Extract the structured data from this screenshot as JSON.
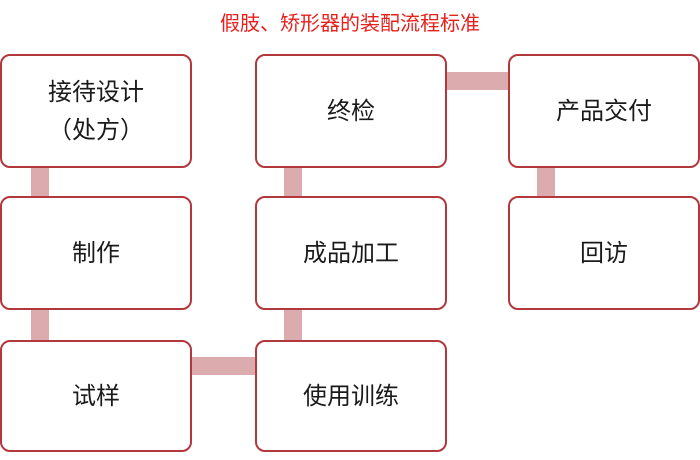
{
  "title": "假肢、矫形器的装配流程标准",
  "colors": {
    "title": "#e8201c",
    "box_border": "#b2383c",
    "connector": "#dcabad",
    "text": "#1a1a1a"
  },
  "steps": {
    "design": {
      "line1": "接待设计",
      "line2": "（处方）"
    },
    "make": {
      "label": "制作"
    },
    "trial": {
      "label": "试样"
    },
    "training": {
      "label": "使用训练"
    },
    "finishing": {
      "label": "成品加工"
    },
    "inspection": {
      "label": "终检"
    },
    "delivery": {
      "label": "产品交付"
    },
    "followup": {
      "label": "回访"
    }
  }
}
